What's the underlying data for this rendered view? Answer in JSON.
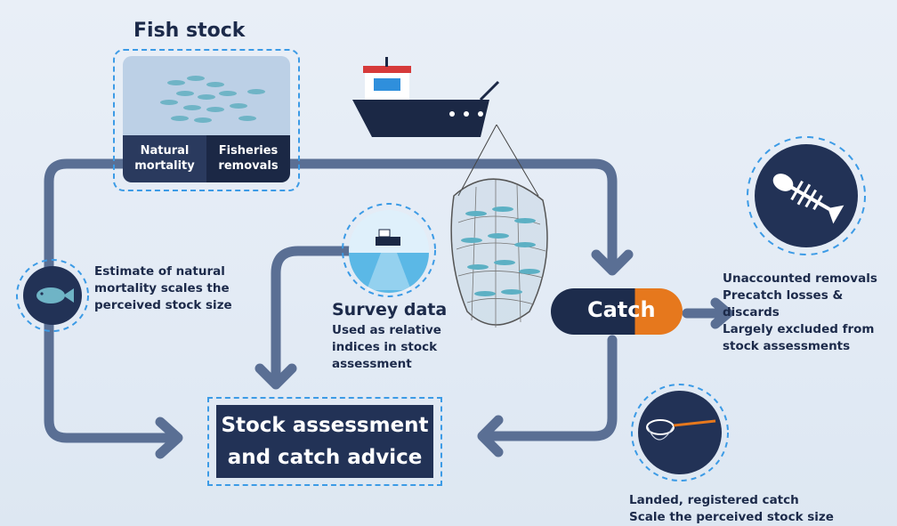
{
  "fish_stock": {
    "title": "Fish stock",
    "natural_line1": "Natural",
    "natural_line2": "mortality",
    "fisheries_line1": "Fisheries",
    "fisheries_line2": "removals"
  },
  "natural_mortality_note": {
    "line1": "Estimate of natural",
    "line2": "mortality scales the",
    "line3": "perceived stock size"
  },
  "survey": {
    "title": "Survey data",
    "line1": "Used as relative",
    "line2": "indices in stock",
    "line3": "assessment"
  },
  "catch": {
    "label": "Catch"
  },
  "unaccounted": {
    "title": "Unaccounted removals",
    "line1": "Precatch losses & discards",
    "line2": "Largely excluded from",
    "line3": "stock assessments"
  },
  "landed": {
    "title": "Landed, registered catch",
    "line1": "Scale the perceived stock size"
  },
  "assessment": {
    "line1": "Stock assessment",
    "line2": "and catch advice"
  },
  "colors": {
    "navy": "#1c2a4a",
    "arrow": "#5a6f94",
    "accent_blue": "#3c9be6",
    "orange": "#e6781d"
  },
  "icons": [
    "fishing-boat-icon",
    "fishing-net-icon",
    "fish-skeleton-icon",
    "landing-net-icon",
    "fish-icon",
    "survey-vessel-icon"
  ]
}
